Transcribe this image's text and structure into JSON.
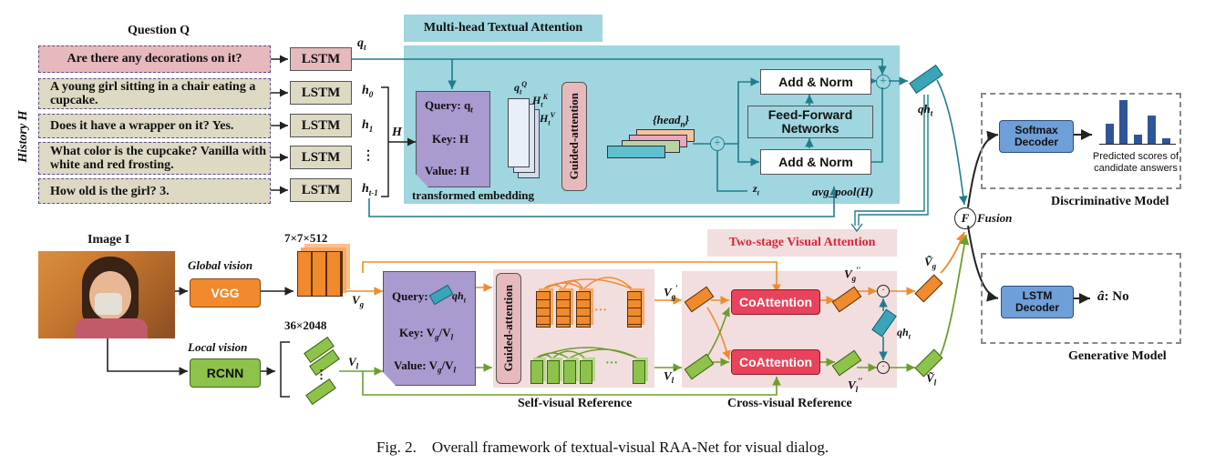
{
  "question": {
    "header": "Question Q",
    "text": "Are there any decorations on it?",
    "lstm": "LSTM",
    "qt": "q",
    "qt_sub": "t"
  },
  "history": {
    "side_label": "History H",
    "items": [
      {
        "text": "A young girl sitting in a chair eating a cupcake.",
        "lstm": "LSTM",
        "h": "h",
        "sub": "0"
      },
      {
        "text": "Does it have a wrapper on it?   Yes.",
        "lstm": "LSTM",
        "h": "h",
        "sub": "1"
      },
      {
        "text": "What color is the cupcake? Vanilla with white and red frosting.",
        "lstm": "LSTM",
        "h": "⋮",
        "sub": ""
      },
      {
        "text": "How old is the girl?   3.",
        "lstm": "LSTM",
        "h": "h",
        "sub": "t-1"
      }
    ],
    "H": "H"
  },
  "textual_attention": {
    "title": "Multi-head Textual Attention",
    "query": "Query: q",
    "query_sub": "t",
    "key": "Key: H",
    "value": "Value: H",
    "transformed": "transformed embedding",
    "qtQ": "q",
    "htK": "H",
    "htV": "H",
    "guided": "Guided-attention",
    "heads": "{head",
    "heads_sub": "n",
    "heads_end": "}",
    "zt": "z",
    "zt_sub": "t",
    "add_norm_top": "Add & Norm",
    "ffn_line1": "Feed-Forward",
    "ffn_line2": "Networks",
    "add_norm_bottom": "Add & Norm",
    "avg_pool": "avg_pool(H)",
    "qht": "qh",
    "qht_sub": "t"
  },
  "visual": {
    "image_label": "Image I",
    "global_vision": "Global vision",
    "vgg": "VGG",
    "size_global": "7×7×512",
    "vg": "V",
    "vg_sub": "g",
    "local_vision": "Local vision",
    "rcnn": "RCNN",
    "size_local": "36×2048",
    "vl": "V",
    "vl_sub": "l",
    "query": "Query:",
    "query_qh": "qh",
    "query_sub": "t",
    "key": "Key: V",
    "key_sub": "g",
    "key_mid": "/V",
    "key_sub2": "l",
    "value": "Value: V",
    "guided": "Guided-attention",
    "self_ref": "Self-visual Reference",
    "two_stage": "Two-stage Visual Attention",
    "cross_ref": "Cross-visual Reference",
    "coattention_top": "CoAttention",
    "coattention_bottom": "CoAttention",
    "vg_prime": "V",
    "vl_prime": "V",
    "vg_dprime": "V",
    "vl_dprime": "V",
    "qht": "qh",
    "vg_tilde": "Ṽ",
    "vl_tilde": "Ṽ",
    "ellipsis": "···"
  },
  "fusion": {
    "symbol": "F",
    "label": "Fusion"
  },
  "discriminative": {
    "decoder_line1": "Softmax",
    "decoder_line2": "Decoder",
    "scores_line1": "Predicted scores of",
    "scores_line2": "candidate answers",
    "title": "Discriminative Model",
    "bars": [
      0.45,
      1.0,
      0.2,
      0.65,
      0.12
    ]
  },
  "generative": {
    "decoder_line1": "LSTM",
    "decoder_line2": "Decoder",
    "answer": ": No",
    "answer_symbol": "â",
    "title": "Generative Model"
  },
  "caption": "Fig. 2.    Overall framework of textual-visual RAA-Net for visual dialog.",
  "colors": {
    "teal": "#9fd6e0",
    "teal_line": "#1f7d8c",
    "orange": "#f08a2c",
    "green": "#8dc24b",
    "pink_bg": "#f2dede",
    "purple": "#a99ad0",
    "coatt": "#e8435a",
    "decoder": "#6f9fd8"
  }
}
